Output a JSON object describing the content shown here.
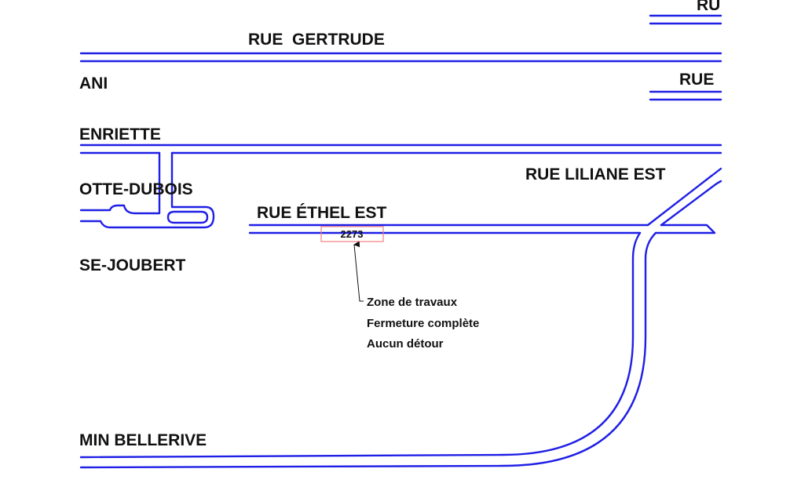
{
  "colors": {
    "road": "#1f1fe6",
    "text": "#111111",
    "marker_box": "#f08080",
    "background": "#ffffff"
  },
  "streets": {
    "gertrude": "RUE  GERTRUDE",
    "ani_partial": "ANI",
    "henriette_partial": "ENRIETTE",
    "dubois_partial": "OTTE-DUBOIS",
    "joubert_partial": "SE-JOUBERT",
    "ethel_est": "RUE ÉTHEL EST",
    "liliane_est": "RUE LILIANE EST",
    "right_rue": "RUE",
    "top_right_partial": "RU",
    "bellerive_partial": "MIN BELLERIVE"
  },
  "marker": {
    "civic_number": "2273"
  },
  "annotation": {
    "line1": "Zone de travaux",
    "line2": "Fermeture complète",
    "line3": "Aucun détour"
  }
}
